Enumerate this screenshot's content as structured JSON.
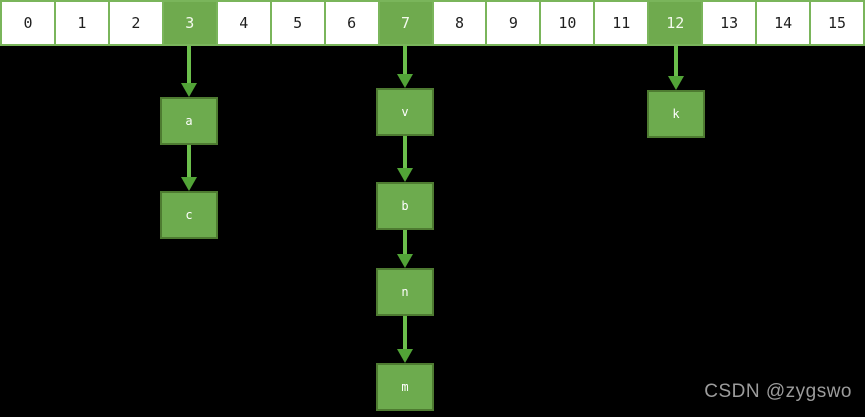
{
  "diagram_title": "hash-table-bucket-array-with-chains",
  "array": {
    "cells": [
      {
        "index": "0",
        "highlighted": false
      },
      {
        "index": "1",
        "highlighted": false
      },
      {
        "index": "2",
        "highlighted": false
      },
      {
        "index": "3",
        "highlighted": true
      },
      {
        "index": "4",
        "highlighted": false
      },
      {
        "index": "5",
        "highlighted": false
      },
      {
        "index": "6",
        "highlighted": false
      },
      {
        "index": "7",
        "highlighted": true
      },
      {
        "index": "8",
        "highlighted": false
      },
      {
        "index": "9",
        "highlighted": false
      },
      {
        "index": "10",
        "highlighted": false
      },
      {
        "index": "11",
        "highlighted": false
      },
      {
        "index": "12",
        "highlighted": true
      },
      {
        "index": "13",
        "highlighted": false
      },
      {
        "index": "14",
        "highlighted": false
      },
      {
        "index": "15",
        "highlighted": false
      }
    ]
  },
  "chains": [
    {
      "bucket": 3,
      "nodes": [
        "a",
        "c"
      ]
    },
    {
      "bucket": 7,
      "nodes": [
        "v",
        "b",
        "n",
        "m"
      ]
    },
    {
      "bucket": 12,
      "nodes": [
        "k"
      ]
    }
  ],
  "watermark": "CSDN @zygswo",
  "colors": {
    "background": "#000000",
    "cell_border": "#7ab55b",
    "cell_fill": "#ffffff",
    "cell_highlight_fill": "#6faa4e",
    "cell_text": "#1f1f1f",
    "cell_highlight_text": "#f4faee",
    "node_fill": "#6dab4e",
    "node_border": "#4e7b31",
    "node_text": "#ffffff",
    "arrow_stem": "#6cbf4c",
    "arrow_head": "#52a437",
    "watermark_text": "#9c9c9c"
  }
}
